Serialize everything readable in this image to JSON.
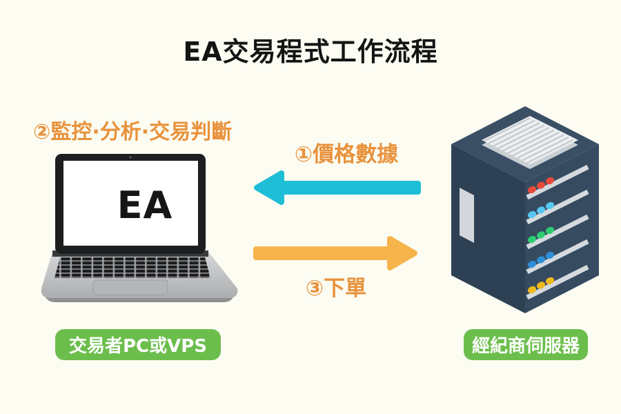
{
  "title": "EA交易程式工作流程",
  "steps": {
    "price_data": "①價格數據",
    "monitor": "②監控·分析·交易判斷",
    "order": "③下單"
  },
  "laptop": {
    "screen_text": "EA",
    "caption": "交易者PC或VPS"
  },
  "server": {
    "caption": "經紀商伺服器"
  },
  "colors": {
    "background": "#fcfcf2",
    "text_black": "#141414",
    "text_orange": "#e8923c",
    "arrow_cyan": "#1ebed6",
    "arrow_orange": "#f7b44d",
    "badge_green": "#6cbe4c",
    "server_top": "#3a4f64",
    "server_left": "#2e4154",
    "server_right": "#364b60",
    "server_slat": "#d4dade",
    "led_colors": [
      "#e8493b",
      "#57c7f1",
      "#2ecc71",
      "#2d8fd8",
      "#f0b91c"
    ]
  }
}
